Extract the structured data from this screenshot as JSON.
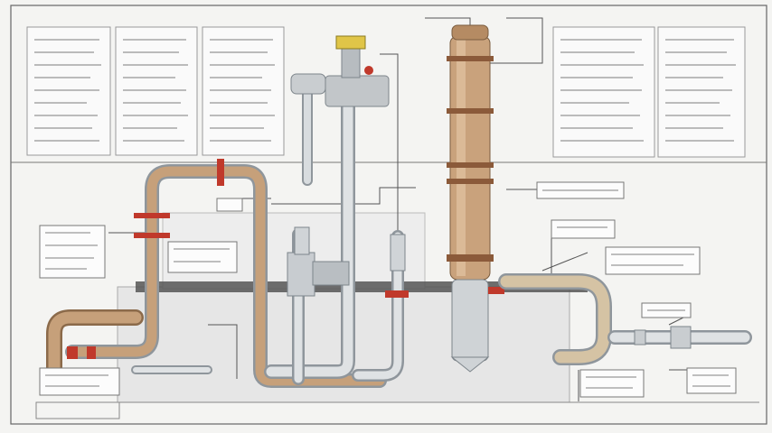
{
  "diagram": {
    "header_left_panels": 3,
    "header_right_panels": 2,
    "callouts": 8,
    "note": ""
  },
  "colors": {
    "background": "#f4f4f2",
    "copper": "#c6a07a",
    "copper_dark": "#8b6a4a",
    "steel": "#cfd3d6",
    "steel_dark": "#8f969c",
    "red_flange": "#c0392b",
    "line": "#444444"
  }
}
